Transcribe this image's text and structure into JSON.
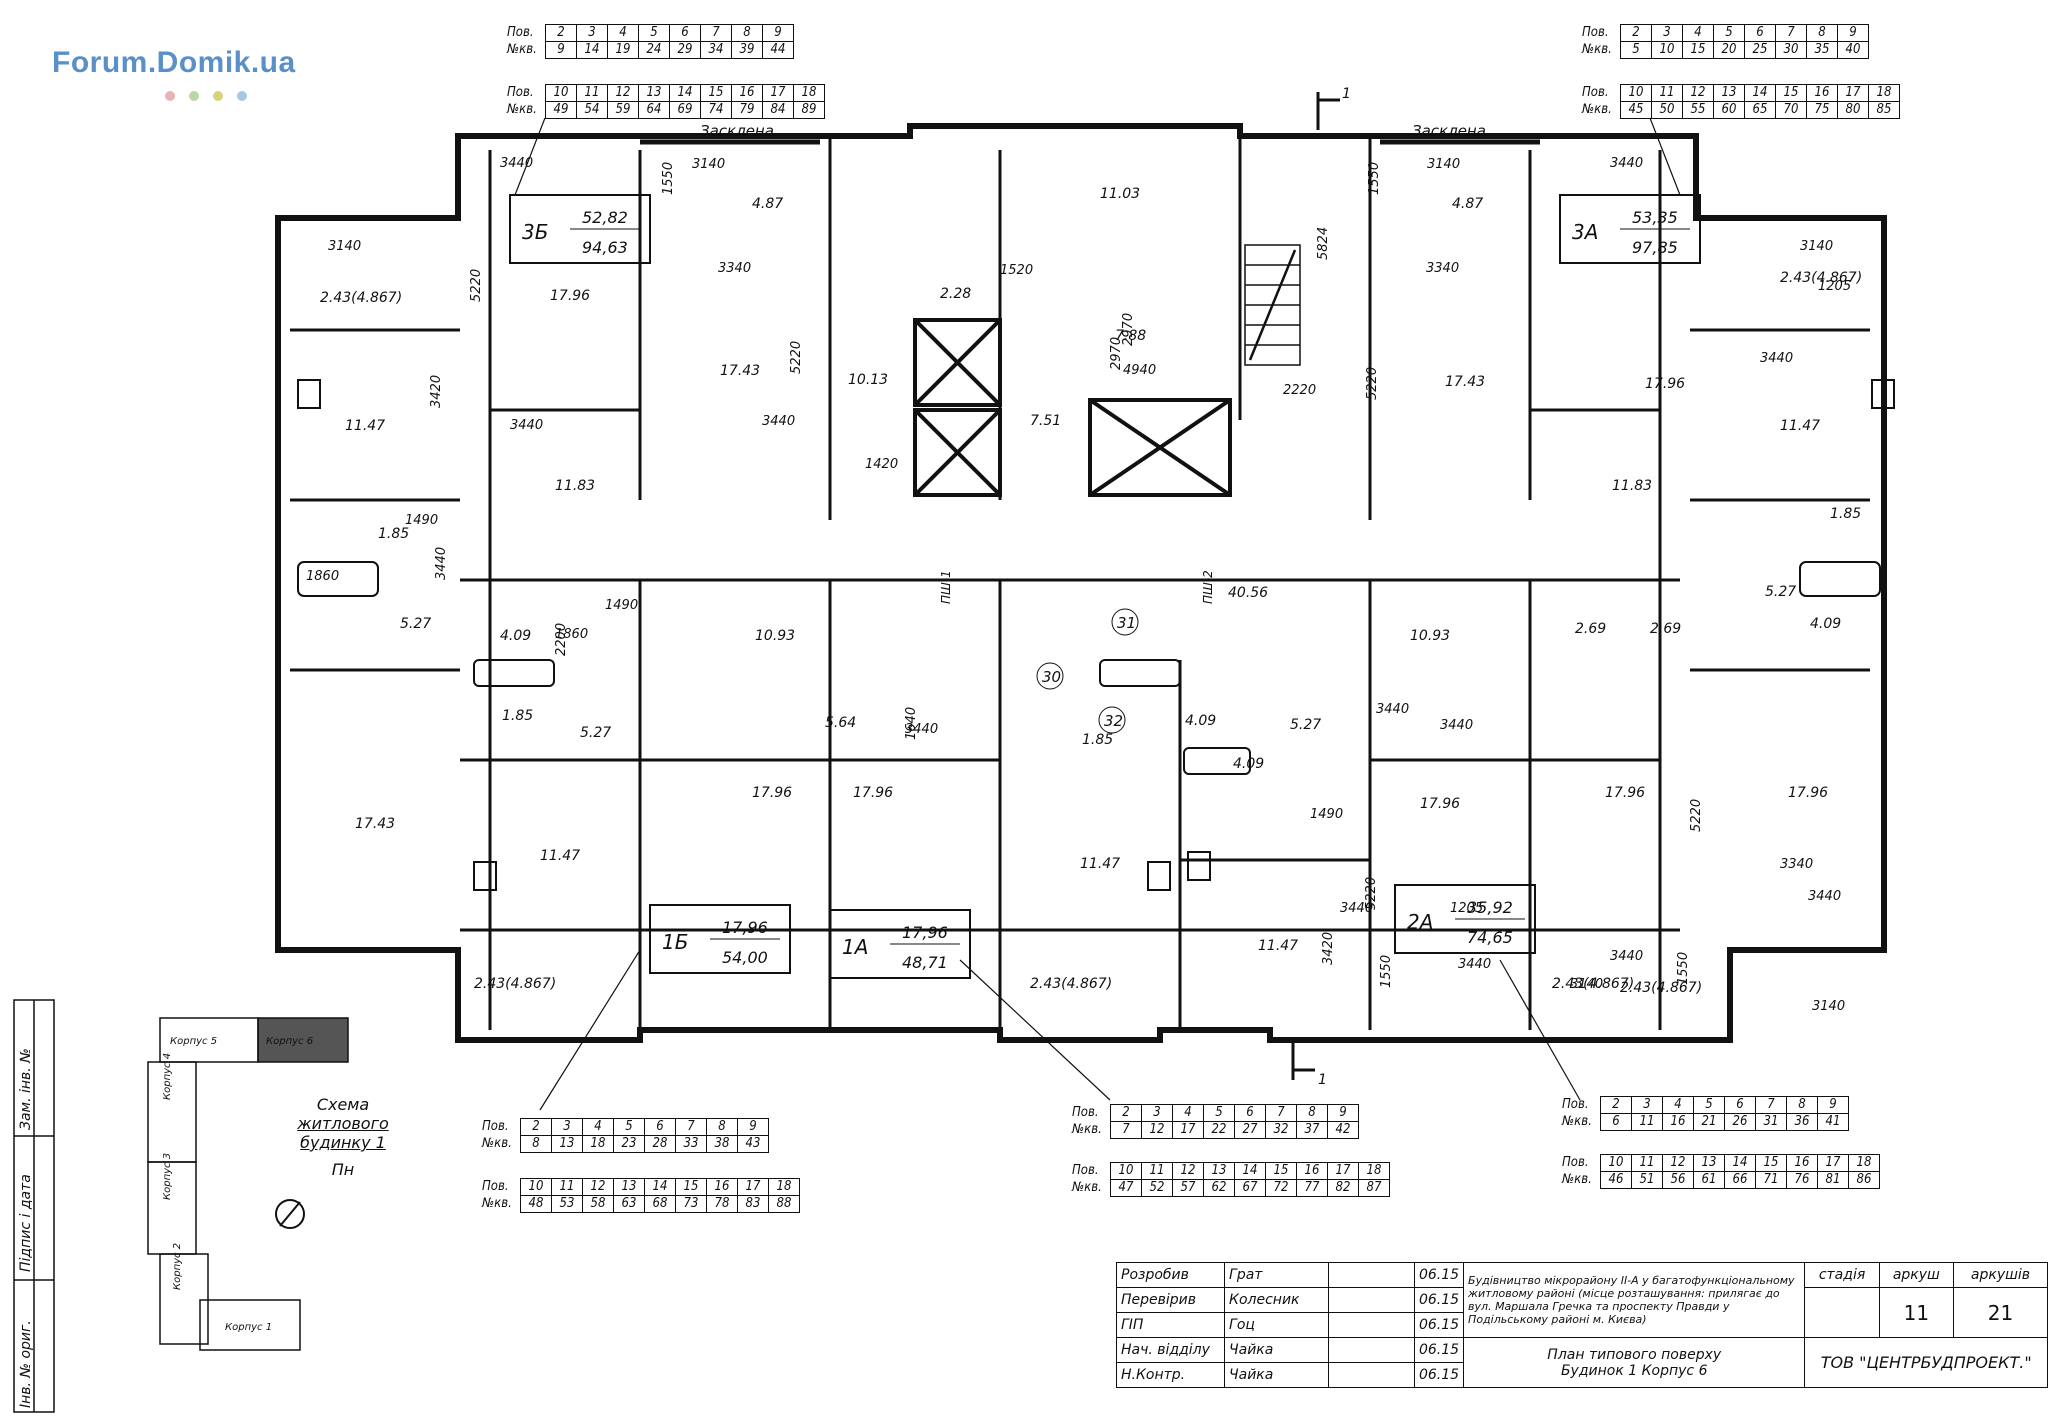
{
  "watermark": {
    "text": "Forum.Domik.ua",
    "dot_colors": [
      "#e8b3b3",
      "#b9d8a4",
      "#d6d37e",
      "#a7c6e6"
    ]
  },
  "glazed_labels": [
    "Засклена",
    "Засклена"
  ],
  "section_marks": [
    "1",
    "1"
  ],
  "apartment_tables": [
    {
      "id": "t1",
      "floors": [
        "2",
        "3",
        "4",
        "5",
        "6",
        "7",
        "8",
        "9"
      ],
      "apts": [
        "9",
        "14",
        "19",
        "24",
        "29",
        "34",
        "39",
        "44"
      ]
    },
    {
      "id": "t2",
      "floors": [
        "10",
        "11",
        "12",
        "13",
        "14",
        "15",
        "16",
        "17",
        "18"
      ],
      "apts": [
        "49",
        "54",
        "59",
        "64",
        "69",
        "74",
        "79",
        "84",
        "89"
      ]
    },
    {
      "id": "t3",
      "floors": [
        "2",
        "3",
        "4",
        "5",
        "6",
        "7",
        "8",
        "9"
      ],
      "apts": [
        "5",
        "10",
        "15",
        "20",
        "25",
        "30",
        "35",
        "40"
      ]
    },
    {
      "id": "t4",
      "floors": [
        "10",
        "11",
        "12",
        "13",
        "14",
        "15",
        "16",
        "17",
        "18"
      ],
      "apts": [
        "45",
        "50",
        "55",
        "60",
        "65",
        "70",
        "75",
        "80",
        "85"
      ]
    },
    {
      "id": "t5",
      "floors": [
        "2",
        "3",
        "4",
        "5",
        "6",
        "7",
        "8",
        "9"
      ],
      "apts": [
        "8",
        "13",
        "18",
        "23",
        "28",
        "33",
        "38",
        "43"
      ]
    },
    {
      "id": "t6",
      "floors": [
        "10",
        "11",
        "12",
        "13",
        "14",
        "15",
        "16",
        "17",
        "18"
      ],
      "apts": [
        "48",
        "53",
        "58",
        "63",
        "68",
        "73",
        "78",
        "83",
        "88"
      ]
    },
    {
      "id": "t7",
      "floors": [
        "2",
        "3",
        "4",
        "5",
        "6",
        "7",
        "8",
        "9"
      ],
      "apts": [
        "7",
        "12",
        "17",
        "22",
        "27",
        "32",
        "37",
        "42"
      ]
    },
    {
      "id": "t8",
      "floors": [
        "10",
        "11",
        "12",
        "13",
        "14",
        "15",
        "16",
        "17",
        "18"
      ],
      "apts": [
        "47",
        "52",
        "57",
        "62",
        "67",
        "72",
        "77",
        "82",
        "87"
      ]
    },
    {
      "id": "t9",
      "floors": [
        "2",
        "3",
        "4",
        "5",
        "6",
        "7",
        "8",
        "9"
      ],
      "apts": [
        "6",
        "11",
        "16",
        "21",
        "26",
        "31",
        "36",
        "41"
      ]
    },
    {
      "id": "t10",
      "floors": [
        "10",
        "11",
        "12",
        "13",
        "14",
        "15",
        "16",
        "17",
        "18"
      ],
      "apts": [
        "46",
        "51",
        "56",
        "61",
        "66",
        "71",
        "76",
        "81",
        "86"
      ]
    }
  ],
  "table_headers": {
    "floor": "Пов.",
    "apt": "№кв."
  },
  "apartment_boxes": [
    {
      "id": "3B",
      "label": "3Б",
      "living": "52,82",
      "total": "94,63"
    },
    {
      "id": "3A",
      "label": "3А",
      "living": "53,35",
      "total": "97,85"
    },
    {
      "id": "1B",
      "label": "1Б",
      "living": "17,96",
      "total": "54,00"
    },
    {
      "id": "1A",
      "label": "1А",
      "living": "17,96",
      "total": "48,71"
    },
    {
      "id": "2A",
      "label": "2А",
      "living": "35,92",
      "total": "74,65"
    }
  ],
  "room_areas": [
    "17.96",
    "17.43",
    "11.47",
    "11.83",
    "10.13",
    "2.28",
    "7.88",
    "7.51",
    "11.03",
    "4.87",
    "4.87",
    "17.43",
    "17.96",
    "11.83",
    "11.47",
    "1.85",
    "1.85",
    "4.09",
    "4.09",
    "5.27",
    "5.27",
    "10.93",
    "10.93",
    "5.64",
    "40.56",
    "2.69",
    "2.69",
    "17.43",
    "11.47",
    "17.96",
    "17.96",
    "11.47",
    "11.47",
    "17.96",
    "17.96",
    "17.96",
    "4.09",
    "5.27",
    "1.85",
    "4.09",
    "5.27",
    "1.85",
    "2.43(4.867)",
    "2.43(4.867)",
    "2.43(4.867)",
    "2.43(4.867)",
    "2.43(4.867)",
    "2.43(4.867)"
  ],
  "dimensions": [
    "3440",
    "3140",
    "1550",
    "5220",
    "3140",
    "3340",
    "5220",
    "1520",
    "2970",
    "4940",
    "2970",
    "5824",
    "2220",
    "3340",
    "5220",
    "3440",
    "3140",
    "1550",
    "3140",
    "1205",
    "3440",
    "3420",
    "1490",
    "1860",
    "3440",
    "3440",
    "1490",
    "1860",
    "2200",
    "1420",
    "3440",
    "3440",
    "1640",
    "3440",
    "3440",
    "1490",
    "5220",
    "3340",
    "3440",
    "3140",
    "1550",
    "3440",
    "3140",
    "1205",
    "3440",
    "1550",
    "3440",
    "3420",
    "5220"
  ],
  "stair_labels": [
    "ПШ-1",
    "ПШ-2"
  ],
  "circled_numbers": [
    "31",
    "30",
    "32"
  ],
  "schema": {
    "title_l1": "Схема",
    "title_l2": "житлового",
    "title_l3": "будинку 1",
    "north": "Пн",
    "blocks": [
      "Корпус 5",
      "Корпус 6",
      "Корпус 4",
      "Корпус 3",
      "Корпус 2",
      "Корпус 1"
    ]
  },
  "side_stamp": [
    "Інв. № ориг.",
    "Підпис і дата",
    "Зам. інв. №"
  ],
  "title_block": {
    "rows": [
      {
        "role": "Розробив",
        "name": "Грат",
        "date": "06.15"
      },
      {
        "role": "Перевірив",
        "name": "Колесник",
        "date": "06.15"
      },
      {
        "role": "ГІП",
        "name": "Гоц",
        "date": "06.15"
      },
      {
        "role": "Нач. відділу",
        "name": "Чайка",
        "date": "06.15"
      },
      {
        "role": "Н.Контр.",
        "name": "Чайка",
        "date": "06.15"
      }
    ],
    "project": "Будівництво мікрорайону ІІ-А у багатофункціональному житловому районі (місце розташування: прилягає до вул. Маршала Гречка та проспекту Правди у Подільському районі м. Києва)",
    "sheet_title_l1": "План типового поверху",
    "sheet_title_l2": "Будинок 1 Корпус 6",
    "stage_label": "стадія",
    "sheet_label": "аркуш",
    "sheets_label": "аркушів",
    "stage": "",
    "sheet": "11",
    "sheets": "21",
    "company": "ТОВ \"ЦЕНТРБУДПРОЕКТ.\""
  }
}
